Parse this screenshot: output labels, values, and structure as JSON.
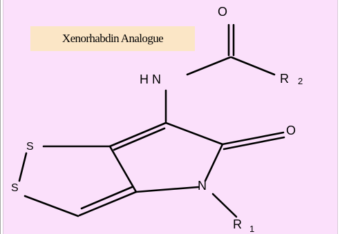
{
  "title": "Xenorhabdin Analogue",
  "atoms": {
    "carbonyl_oxygen_top": "O",
    "amide_nitrogen": "H N",
    "r2_group": "R",
    "r2_subscript": "2",
    "lactam_oxygen": "O",
    "ring_nitrogen": "N",
    "r1_group": "R",
    "r1_subscript": "1",
    "sulfur_upper": "S",
    "sulfur_lower": "S"
  },
  "colors": {
    "background": "#fbe0fb",
    "title_box": "#fbe6c6",
    "ink": "#000000"
  }
}
